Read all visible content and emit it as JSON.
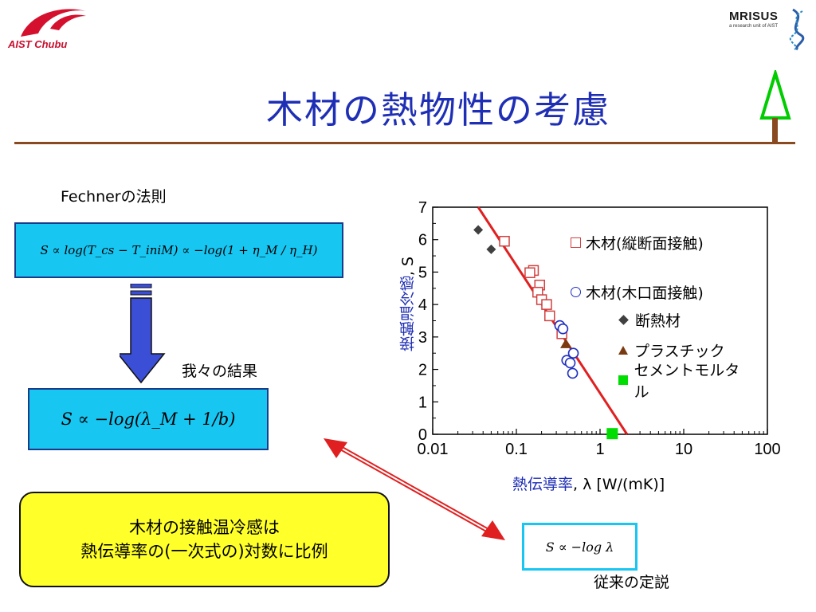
{
  "header": {
    "logo_left": "AIST Chubu",
    "logo_right_title": "MRISUS",
    "logo_right_sub": "a research unit of AIST"
  },
  "title": "木材の熱物性の考慮",
  "law_label": "Fechnerの法則",
  "formula1": "S ∝ log(T_cs − T_iniM) ∝ −log(1 + η_M / η_H)",
  "result_label": "我々の結果",
  "formula2": "S ∝ −log(λ_M + 1/b)",
  "conclusion": {
    "line1": "木材の接触温冷感は",
    "line2": "熱伝導率の(一次式の)対数に比例"
  },
  "conventional_formula": "S ∝ −log λ",
  "conventional_label": "従来の定説",
  "colors": {
    "title": "#1f2fb5",
    "formula_box": "#18c6f2",
    "conclusion_box": "#ffff2a",
    "arrow": "#3a4fd6",
    "fit_line": "#e02020",
    "tree": "#00cc00",
    "trunk": "#8a4a20"
  },
  "chart_data": {
    "type": "scatter",
    "title": "",
    "xlabel_jp": "熱伝導率",
    "xlabel_sym": ", λ [W/(mK)]",
    "ylabel_jp": "接触温冷感",
    "ylabel_sym": ", S",
    "xscale": "log",
    "xlim": [
      0.01,
      100
    ],
    "ylim": [
      0,
      7
    ],
    "xticks": [
      {
        "value": 0.01,
        "label": "0.01"
      },
      {
        "value": 0.1,
        "label": "0.1"
      },
      {
        "value": 1,
        "label": "1"
      },
      {
        "value": 10,
        "label": "10"
      },
      {
        "value": 100,
        "label": "100"
      }
    ],
    "yticks": [
      {
        "value": 0,
        "label": "0"
      },
      {
        "value": 1,
        "label": "1"
      },
      {
        "value": 2,
        "label": "2"
      },
      {
        "value": 3,
        "label": "3"
      },
      {
        "value": 4,
        "label": "4"
      },
      {
        "value": 5,
        "label": "5"
      },
      {
        "value": 6,
        "label": "6"
      },
      {
        "value": 7,
        "label": "7"
      }
    ],
    "series": [
      {
        "name": "木材(縦断面接触)",
        "marker": "square-open",
        "color": "#d04040",
        "points": [
          [
            0.072,
            5.95
          ],
          [
            0.16,
            5.05
          ],
          [
            0.145,
            4.98
          ],
          [
            0.19,
            4.6
          ],
          [
            0.18,
            4.38
          ],
          [
            0.2,
            4.15
          ],
          [
            0.23,
            4.0
          ],
          [
            0.25,
            3.65
          ],
          [
            0.35,
            3.1
          ]
        ]
      },
      {
        "name": "木材(木口面接触)",
        "marker": "circle-open",
        "color": "#2030c0",
        "points": [
          [
            0.33,
            3.35
          ],
          [
            0.36,
            3.25
          ],
          [
            0.48,
            2.5
          ],
          [
            0.4,
            2.28
          ],
          [
            0.44,
            2.2
          ],
          [
            0.47,
            1.88
          ]
        ]
      },
      {
        "name": "断熱材",
        "marker": "diamond",
        "color": "#404040",
        "points": [
          [
            0.035,
            6.3
          ],
          [
            0.05,
            5.7
          ]
        ]
      },
      {
        "name": "プラスチック",
        "marker": "triangle",
        "color": "#7a3a10",
        "points": [
          [
            0.39,
            2.78
          ]
        ]
      },
      {
        "name": "セメントモルタル",
        "marker": "square",
        "color": "#00dd00",
        "points": [
          [
            1.4,
            0.02
          ]
        ]
      }
    ],
    "fit_line": {
      "x": [
        0.035,
        2.1
      ],
      "y": [
        7.0,
        0.0
      ]
    },
    "grid": false,
    "legend": "right"
  }
}
